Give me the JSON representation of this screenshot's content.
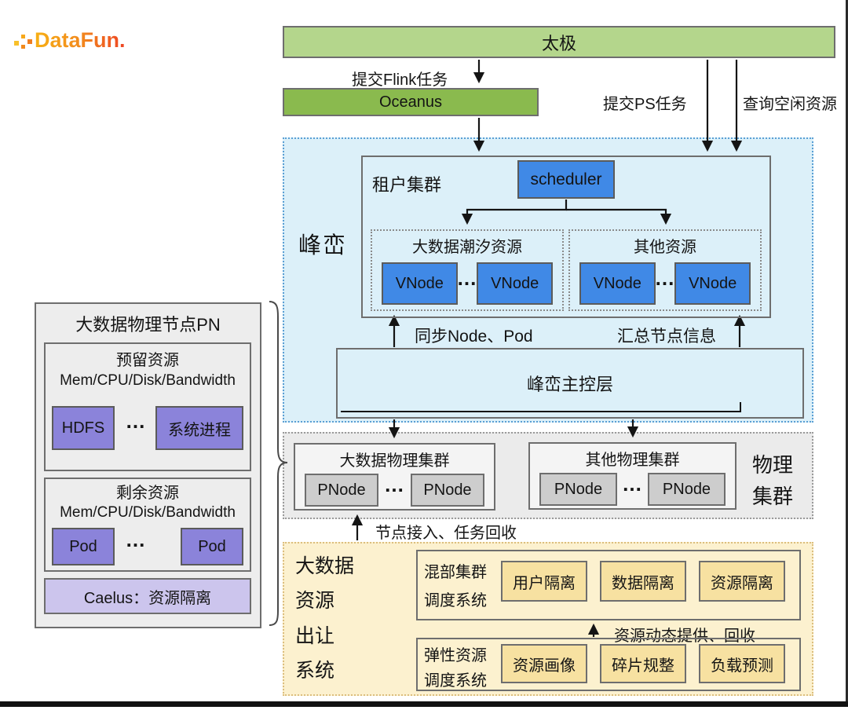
{
  "logo": {
    "text": "DataFun."
  },
  "top": {
    "taiji_label": "太极",
    "submit_flink_label": "提交Flink任务",
    "oceanus_label": "Oceanus",
    "submit_ps_label": "提交PS任务",
    "query_idle_label": "查询空闲资源"
  },
  "fengluan": {
    "section_label": "峰峦",
    "tenant_cluster_label": "租户集群",
    "scheduler_label": "scheduler",
    "tidal_group": {
      "title": "大数据潮汐资源",
      "nodes": [
        "VNode",
        "VNode"
      ],
      "ellipsis": "..."
    },
    "other_group": {
      "title": "其他资源",
      "nodes": [
        "VNode",
        "VNode"
      ],
      "ellipsis": "..."
    },
    "sync_label": "同步Node、Pod",
    "aggregate_label": "汇总节点信息",
    "master_layer_label": "峰峦主控层"
  },
  "physical": {
    "bigdata_cluster": {
      "title": "大数据物理集群",
      "nodes": [
        "PNode",
        "PNode"
      ],
      "ellipsis": "..."
    },
    "other_cluster": {
      "title": "其他物理集群",
      "nodes": [
        "PNode",
        "PNode"
      ],
      "ellipsis": "..."
    },
    "side_label_lines": [
      "物理",
      "集群"
    ],
    "access_label": "节点接入、任务回收"
  },
  "pn_panel": {
    "title": "大数据物理节点PN",
    "reserved": {
      "title": "预留资源",
      "subtitle": "Mem/CPU/Disk/Bandwidth",
      "items": [
        "HDFS",
        "系统进程"
      ],
      "ellipsis": "..."
    },
    "remaining": {
      "title": "剩余资源",
      "subtitle": "Mem/CPU/Disk/Bandwidth",
      "items": [
        "Pod",
        "Pod"
      ],
      "ellipsis": "..."
    },
    "caelus_label": "Caelus：资源隔离"
  },
  "bottom_system": {
    "side_label_lines": [
      "大数据",
      "资源",
      "出让",
      "系统"
    ],
    "hybrid": {
      "title_lines": [
        "混部集群",
        "调度系统"
      ],
      "chips": [
        "用户隔离",
        "数据隔离",
        "资源隔离"
      ]
    },
    "dynamic_label": "资源动态提供、回收",
    "elastic": {
      "title_lines": [
        "弹性资源",
        "调度系统"
      ],
      "chips": [
        "资源画像",
        "碎片规整",
        "负载预测"
      ]
    }
  },
  "colors": {
    "taiji_green": "#b4d68c",
    "oceanus_green": "#8aba4e",
    "node_blue": "#4089e6",
    "fengluan_bg": "#dcf0f9",
    "fengluan_border": "#5a9fd4",
    "physical_bg": "#ebebeb",
    "pnode_gray": "#cdcdcd",
    "purple_box": "#8b83da",
    "caelus_purple": "#ccc5ed",
    "yellow_bg": "#fcf1cf",
    "yellow_chip": "#f7e1a1",
    "yellow_border": "#dcbe7e"
  }
}
